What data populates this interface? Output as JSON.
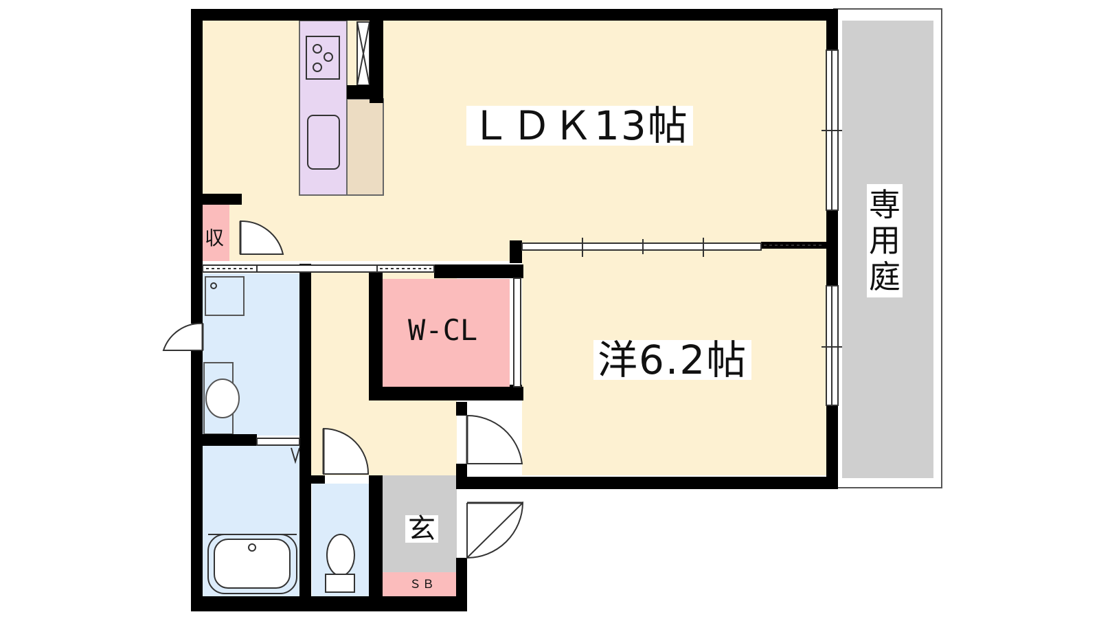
{
  "rooms": {
    "ldk": "ＬＤＫ13帖",
    "western": "洋6.2帖",
    "walk_in_closet": "W-CL",
    "entrance": "玄",
    "storage": "収",
    "shoe_box": "ＳＢ",
    "private_garden": "専用庭"
  },
  "colors": {
    "wall": "#000000",
    "living": "#fdf1d2",
    "closet": "#fbbcbc",
    "wet_area": "#dcecfb",
    "kitchen": "#e8d6f2",
    "counter": "#ecdcc2",
    "entrance": "#cdcdcd",
    "garden": "#cfcfcf"
  }
}
